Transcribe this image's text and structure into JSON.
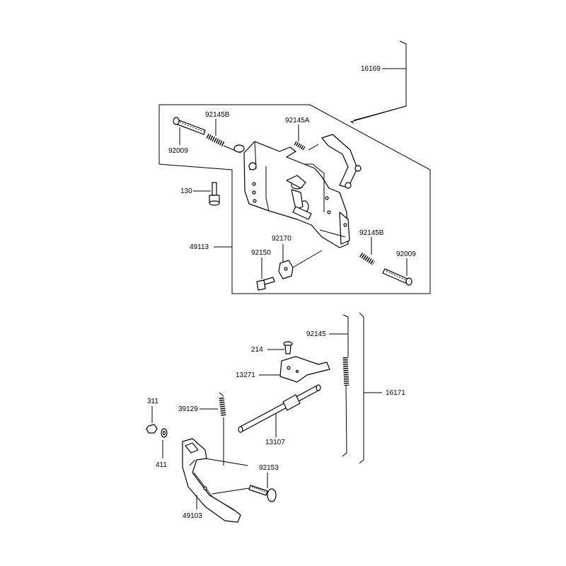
{
  "labels": {
    "p16169": "16169",
    "p92145B_top": "92145B",
    "p92145A": "92145A",
    "p92009_top": "92009",
    "p130": "130",
    "p49113": "49113",
    "p92170": "92170",
    "p92150": "92150",
    "p92145B_right": "92145B",
    "p92009_right": "92009",
    "p92145": "92145",
    "p214": "214",
    "p13271": "13271",
    "p16171": "16171",
    "p311": "311",
    "p39129": "39129",
    "p13107": "13107",
    "p411": "411",
    "p92153": "92153",
    "p49103": "49103"
  }
}
